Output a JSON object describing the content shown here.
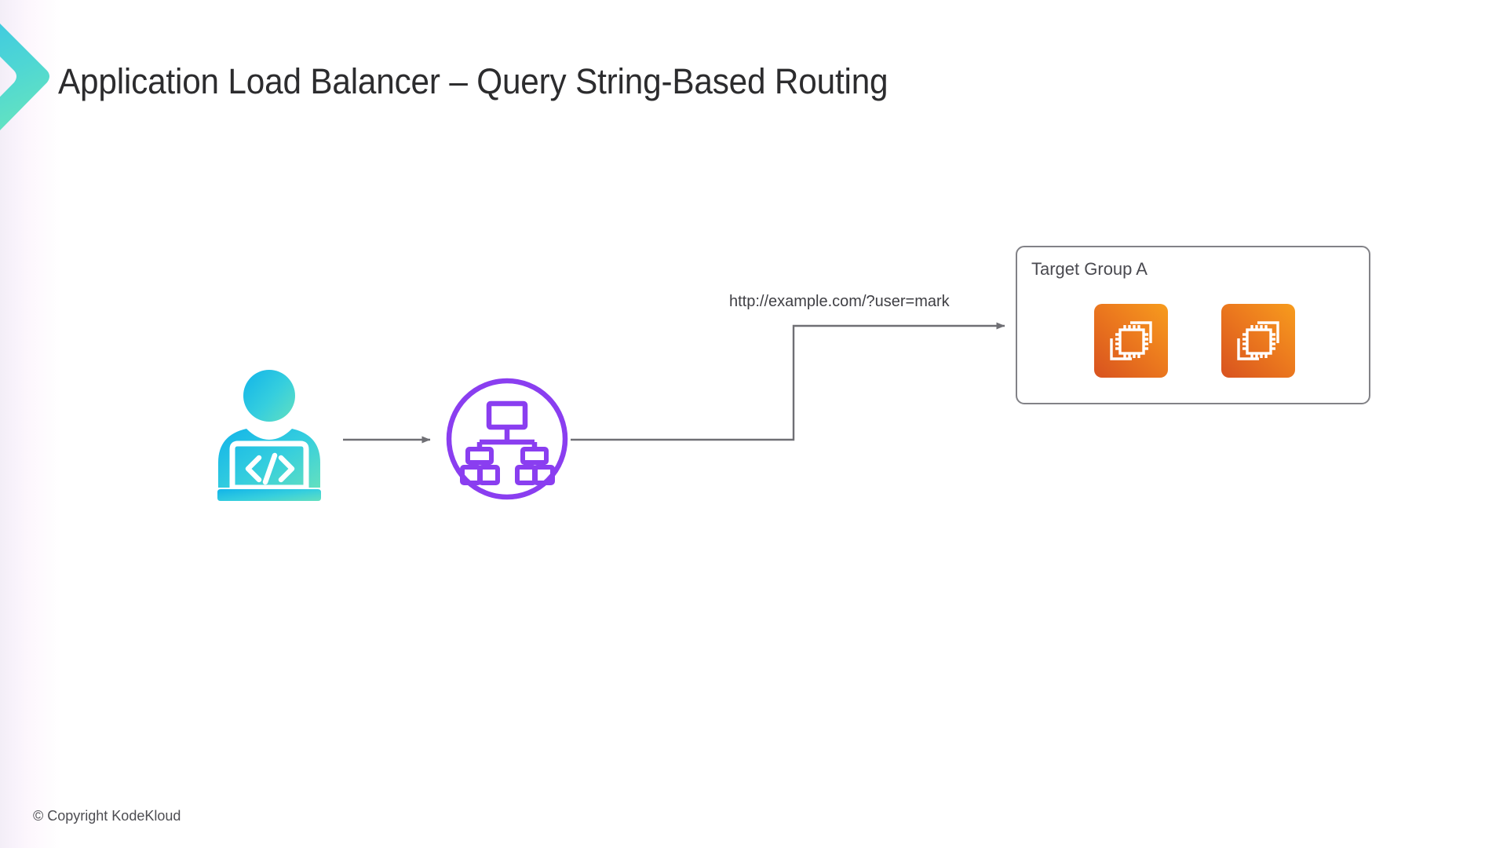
{
  "slide": {
    "title": "Application Load Balancer – Query String-Based Routing",
    "footer": "© Copyright KodeKloud",
    "background": "#ffffff"
  },
  "brand": {
    "logo_name": "kodekloud-chevron-logo",
    "gradient_start": "#3fc9e0",
    "gradient_end": "#5ce0c6"
  },
  "diagram": {
    "type": "architecture-flow",
    "nodes": [
      {
        "id": "client",
        "name": "developer-client",
        "label": "",
        "icon": "developer-laptop-icon",
        "color_start": "#21c3e8",
        "color_end": "#63ddc4"
      },
      {
        "id": "load-balancer",
        "name": "application-load-balancer",
        "label": "",
        "icon": "load-balancer-hierarchy-icon",
        "color": "#8a3ef0"
      },
      {
        "id": "target-group-a",
        "name": "target-group-a",
        "label": "Target Group A",
        "icon": "target-group-box",
        "border_color": "#828287",
        "instances": [
          {
            "name": "ec2-instance-1",
            "icon": "ec2-instance-icon"
          },
          {
            "name": "ec2-instance-2",
            "icon": "ec2-instance-icon"
          }
        ]
      }
    ],
    "connectors": [
      {
        "id": "client-to-lb",
        "name": "client-to-load-balancer-arrow",
        "from": "client",
        "to": "load-balancer",
        "label": "",
        "color": "#6f6f74",
        "arrowhead": true
      },
      {
        "id": "lb-to-tga",
        "name": "load-balancer-to-target-group-a-arrow",
        "from": "load-balancer",
        "to": "target-group-a",
        "label": "http://example.com/?user=mark",
        "color": "#6f6f74",
        "arrowhead": true
      },
      {
        "id": "lb-branch-stub",
        "name": "load-balancer-branch-stub",
        "from": "load-balancer",
        "to": "",
        "label": "",
        "color": "#6f6f74",
        "arrowhead": false
      }
    ]
  },
  "ec2": {
    "gradient_start": "#f6921e",
    "gradient_end": "#d8521f",
    "glyph_color": "#ffffff"
  },
  "colors": {
    "title_text": "#2c2c2e",
    "body_text": "#3f3f44",
    "connector": "#6f6f74",
    "accent_purple": "#8a3ef0",
    "accent_cyan": "#21c3e8",
    "accent_orange": "#f6921e"
  }
}
